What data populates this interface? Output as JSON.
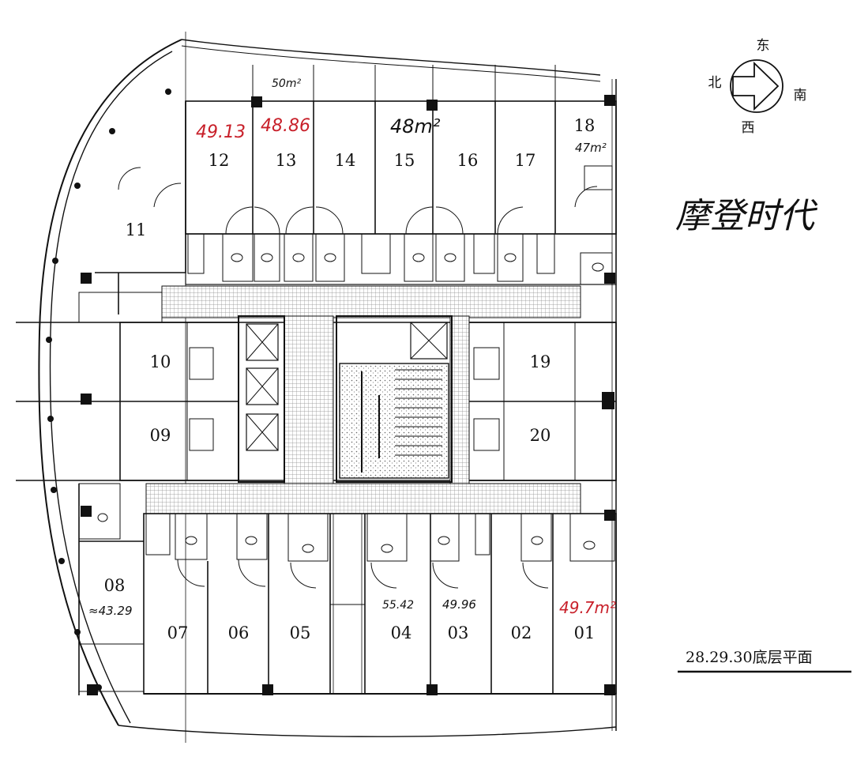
{
  "plan_title": "28.29.30底层平面",
  "brand_note": "摩登时代",
  "compass": {
    "east": "东",
    "south": "南",
    "west": "西",
    "north": "北"
  },
  "units": {
    "u01": "01",
    "u02": "02",
    "u03": "03",
    "u04": "04",
    "u05": "05",
    "u06": "06",
    "u07": "07",
    "u08": "08",
    "u09": "09",
    "u10": "10",
    "u11": "11",
    "u12": "12",
    "u13": "13",
    "u14": "14",
    "u15": "15",
    "u16": "16",
    "u17": "17",
    "u18": "18",
    "u19": "19",
    "u20": "20"
  },
  "area_notes": {
    "top_corridor": "50m²",
    "u12": "49.13",
    "u13": "48.86",
    "u15": "48m²",
    "u18": "47m²",
    "u08": "≈43.29",
    "u04": "55.42",
    "u03": "49.96",
    "u01": "49.7m²"
  },
  "colors": {
    "ink": "#111111",
    "red_ink": "#c8202a",
    "hatch": "#9a9a9a"
  }
}
